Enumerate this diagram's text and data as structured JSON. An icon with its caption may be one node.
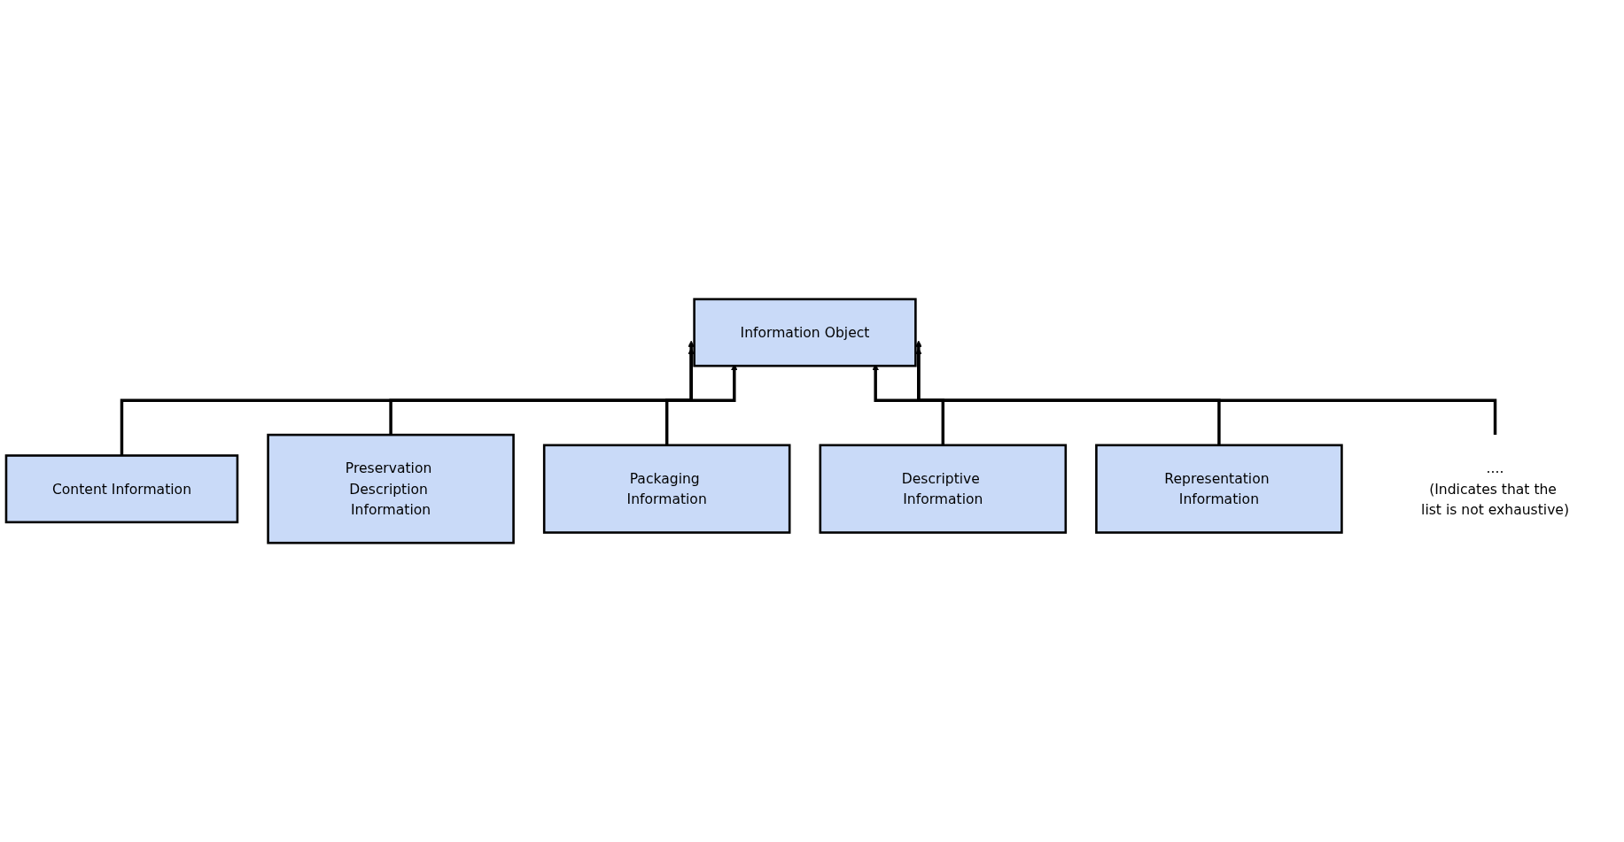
{
  "diagram": {
    "nodes": [
      {
        "text": [
          "Information Object"
        ]
      },
      {
        "text": [
          "Content Information"
        ]
      },
      {
        "text": [
          "Preservation Description Information"
        ]
      },
      {
        "text": [
          "Packaging Information"
        ]
      },
      {
        "text": [
          "Descriptive Information"
        ]
      },
      {
        "text": [
          "Representation Information"
        ]
      },
      {
        "text": [
          "....",
          "(Indicates that the list is not exhaustive)"
        ]
      }
    ],
    "edges": [
      {
        "from": 1,
        "to": 0,
        "arrow": "to"
      },
      {
        "from": 2,
        "to": 0,
        "arrow": "to"
      },
      {
        "from": 3,
        "to": 0,
        "arrow": "to"
      },
      {
        "from": 4,
        "to": 0,
        "arrow": "to"
      },
      {
        "from": 5,
        "to": 0,
        "arrow": "to"
      },
      {
        "from": 6,
        "to": 0,
        "arrow": "to"
      }
    ]
  }
}
